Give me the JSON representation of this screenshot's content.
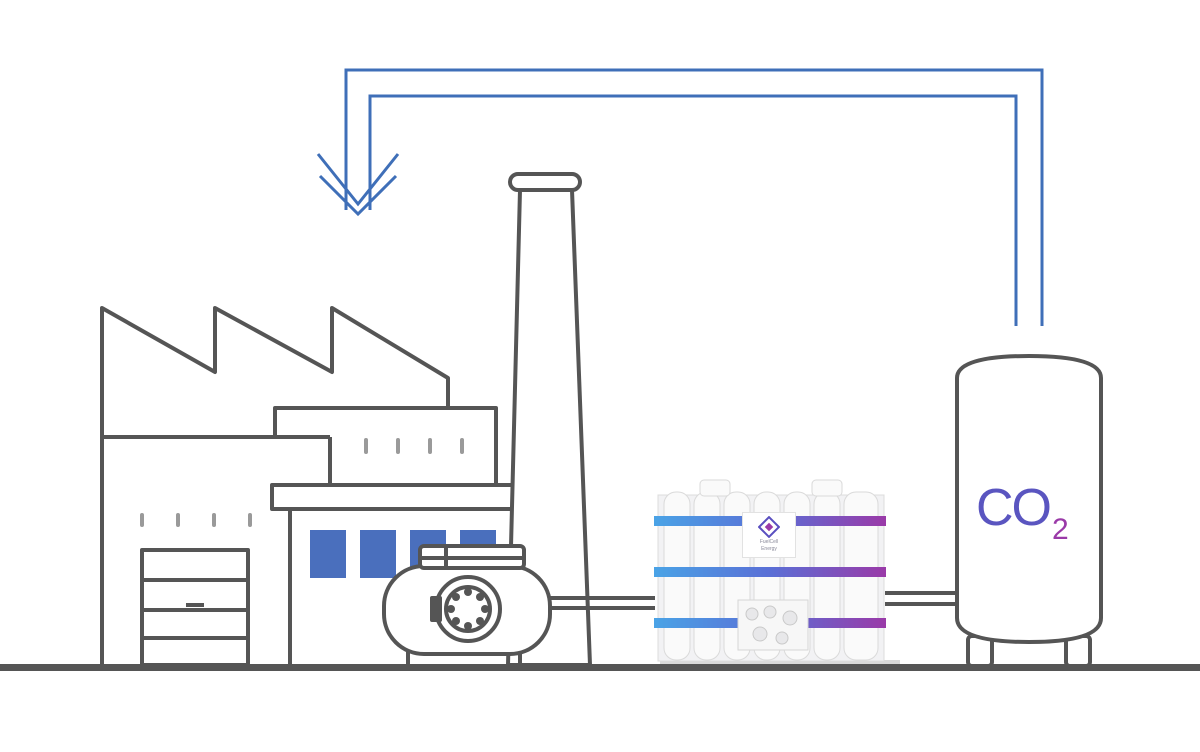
{
  "co2_label": {
    "main": "CO",
    "subscript": "2"
  },
  "fuelcell_badge": {
    "line1": "FuelCell",
    "line2": "Energy"
  },
  "colors": {
    "line_gray": "#555555",
    "arrow_blue": "#3f6fb8",
    "window_blue": "#4a6fbd",
    "gradient_start": "#4aa3e6",
    "gradient_end": "#9a3aa8"
  },
  "icons": [
    "factory-icon",
    "smokestack-icon",
    "fuel-tank-icon",
    "fuel-cell-module-icon",
    "co2-storage-tank-icon",
    "recycle-arrow-icon",
    "fuelcell-logo-icon"
  ]
}
